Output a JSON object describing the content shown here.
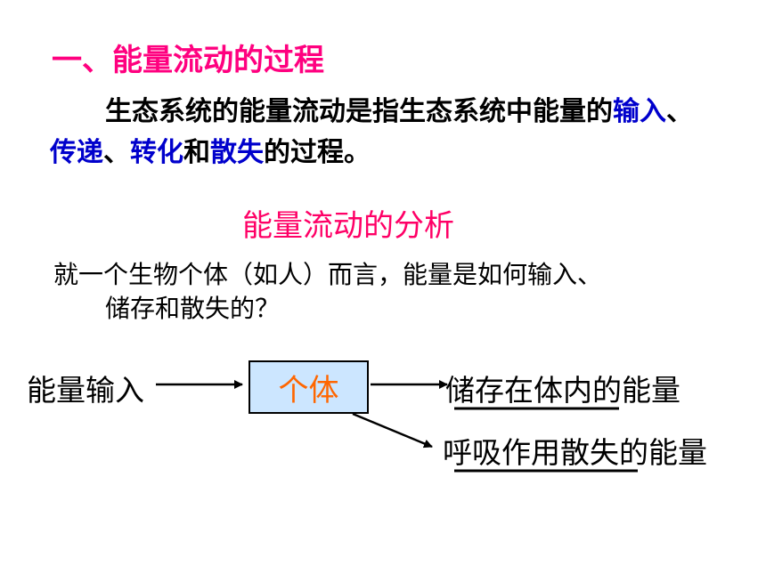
{
  "heading": "一、能量流动的过程",
  "definition": {
    "part1": "生态系统的能量流动是指生态系统中能量的",
    "input": "输入",
    "sep1": "、",
    "transfer": "传递",
    "sep2": "、",
    "transform": "转化",
    "and": "和",
    "dissipate": "散失",
    "end": "的过程。"
  },
  "subtitle": "能量流动的分析",
  "question": {
    "line1": "就一个生物个体（如人）而言，能量是如何输入、",
    "line2": "储存和散失的？"
  },
  "diagram": {
    "input_label": "能量输入",
    "box_label": "个体",
    "stored_label": "储存在体内的能量",
    "lost_label": "呼吸作用散失的能量"
  },
  "colors": {
    "heading": "#ff007f",
    "keyword": "#0000cc",
    "subtitle": "#ff0066",
    "box_fill": "#cce6ff",
    "box_text": "#ff6600"
  }
}
